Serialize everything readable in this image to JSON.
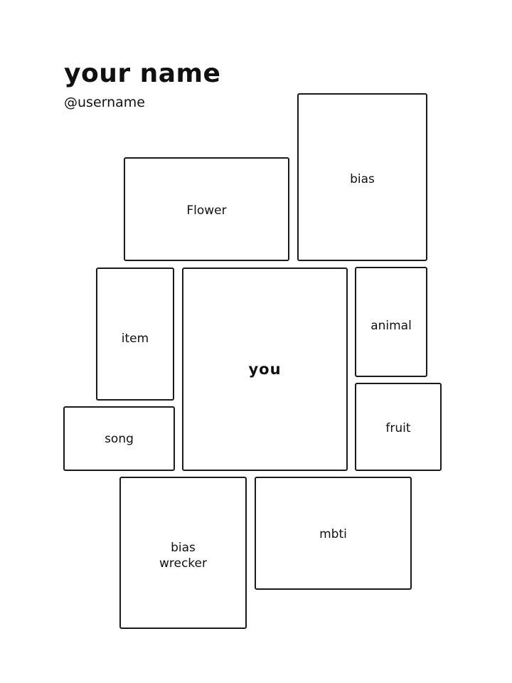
{
  "header": {
    "title": "your name",
    "username": "@username"
  },
  "boxes": {
    "bias": "bias",
    "flower": "Flower",
    "item": "item",
    "you": "you",
    "animal": "animal",
    "song": "song",
    "fruit": "fruit",
    "bias_wrecker": "bias\nwrecker",
    "mbti": "mbti"
  }
}
